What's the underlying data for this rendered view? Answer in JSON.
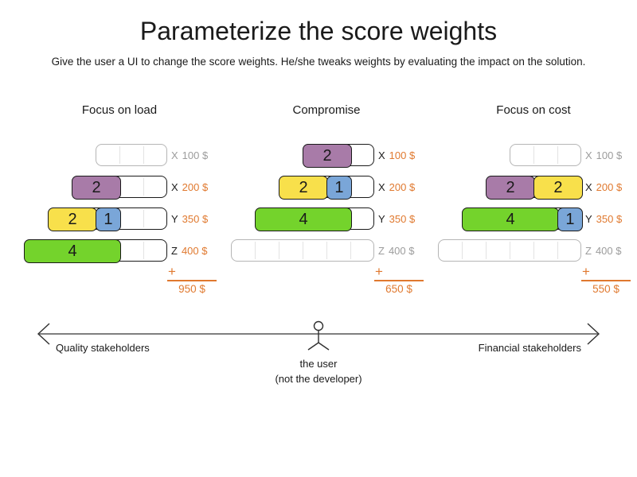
{
  "title": "Parameterize the score weights",
  "subtitle": "Give the user a UI to change the score weights. He/she tweaks weights by evaluating the impact on the solution.",
  "plus_sign": "+",
  "colors": {
    "purple": "#a87ba8",
    "yellow": "#f8e04b",
    "blue": "#7aa6d8",
    "green": "#74d32c",
    "orange": "#e0792f",
    "ink": "#1a1a1a",
    "inactive_text": "#9c9c9c",
    "inactive_border": "#b5b5b5",
    "grid_line": "#e3e3e3",
    "axis_line": "#7f7f7f",
    "axis_dark": "#2f2f2f"
  },
  "scenarios": [
    {
      "title": "Focus on load",
      "total": "950 $",
      "rows": [
        {
          "constraint": "X",
          "price": "100 $",
          "active": false,
          "capacity": 3,
          "segments": []
        },
        {
          "constraint": "X",
          "price": "200 $",
          "active": true,
          "capacity": 4,
          "segments": [
            {
              "value": 2,
              "color": "purple"
            }
          ]
        },
        {
          "constraint": "Y",
          "price": "350 $",
          "active": true,
          "capacity": 5,
          "segments": [
            {
              "value": 2,
              "color": "yellow"
            },
            {
              "value": 1,
              "color": "blue"
            }
          ]
        },
        {
          "constraint": "Z",
          "price": "400 $",
          "active": true,
          "capacity": 6,
          "segments": [
            {
              "value": 4,
              "color": "green"
            }
          ]
        }
      ]
    },
    {
      "title": "Compromise",
      "total": "650 $",
      "rows": [
        {
          "constraint": "X",
          "price": "100 $",
          "active": true,
          "capacity": 3,
          "segments": [
            {
              "value": 2,
              "color": "purple"
            }
          ]
        },
        {
          "constraint": "X",
          "price": "200 $",
          "active": true,
          "capacity": 4,
          "segments": [
            {
              "value": 2,
              "color": "yellow"
            },
            {
              "value": 1,
              "color": "blue"
            }
          ]
        },
        {
          "constraint": "Y",
          "price": "350 $",
          "active": true,
          "capacity": 5,
          "segments": [
            {
              "value": 4,
              "color": "green"
            }
          ]
        },
        {
          "constraint": "Z",
          "price": "400 $",
          "active": false,
          "capacity": 6,
          "segments": []
        }
      ]
    },
    {
      "title": "Focus on cost",
      "total": "550 $",
      "rows": [
        {
          "constraint": "X",
          "price": "100 $",
          "active": false,
          "capacity": 3,
          "segments": []
        },
        {
          "constraint": "X",
          "price": "200 $",
          "active": true,
          "capacity": 4,
          "segments": [
            {
              "value": 2,
              "color": "purple"
            },
            {
              "value": 2,
              "color": "yellow"
            }
          ]
        },
        {
          "constraint": "Y",
          "price": "350 $",
          "active": true,
          "capacity": 5,
          "segments": [
            {
              "value": 4,
              "color": "green"
            },
            {
              "value": 1,
              "color": "blue"
            }
          ]
        },
        {
          "constraint": "Z",
          "price": "400 $",
          "active": false,
          "capacity": 6,
          "segments": []
        }
      ]
    }
  ],
  "axis": {
    "left_label": "Quality stakeholders",
    "right_label": "Financial stakeholders",
    "user_label": "the user",
    "user_sublabel": "(not the developer)"
  }
}
